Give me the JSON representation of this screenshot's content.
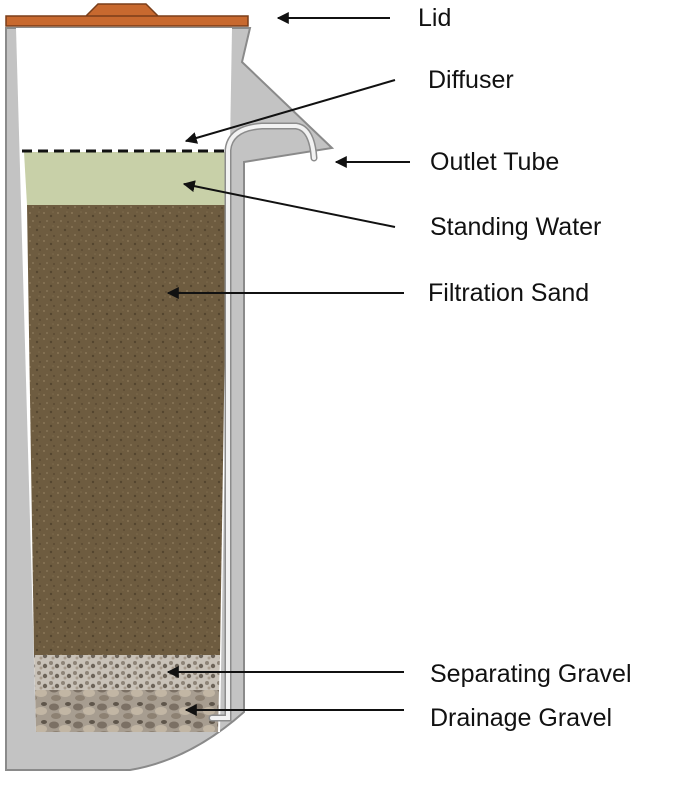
{
  "diagram": {
    "labels": {
      "lid": "Lid",
      "diffuser": "Diffuser",
      "outlet_tube": "Outlet Tube",
      "standing_water": "Standing Water",
      "filtration_sand": "Filtration Sand",
      "separating_gravel": "Separating Gravel",
      "drainage_gravel": "Drainage Gravel"
    }
  },
  "colors": {
    "concrete": "#c3c3c3",
    "concrete_edge": "#8a8a8a",
    "lid": "#c8692f",
    "standing_water": "#c8d0a8",
    "sand": "#6e5c40",
    "gravel": "#b7aea3",
    "tube": "#f2f2f2",
    "arrow": "#111111"
  }
}
